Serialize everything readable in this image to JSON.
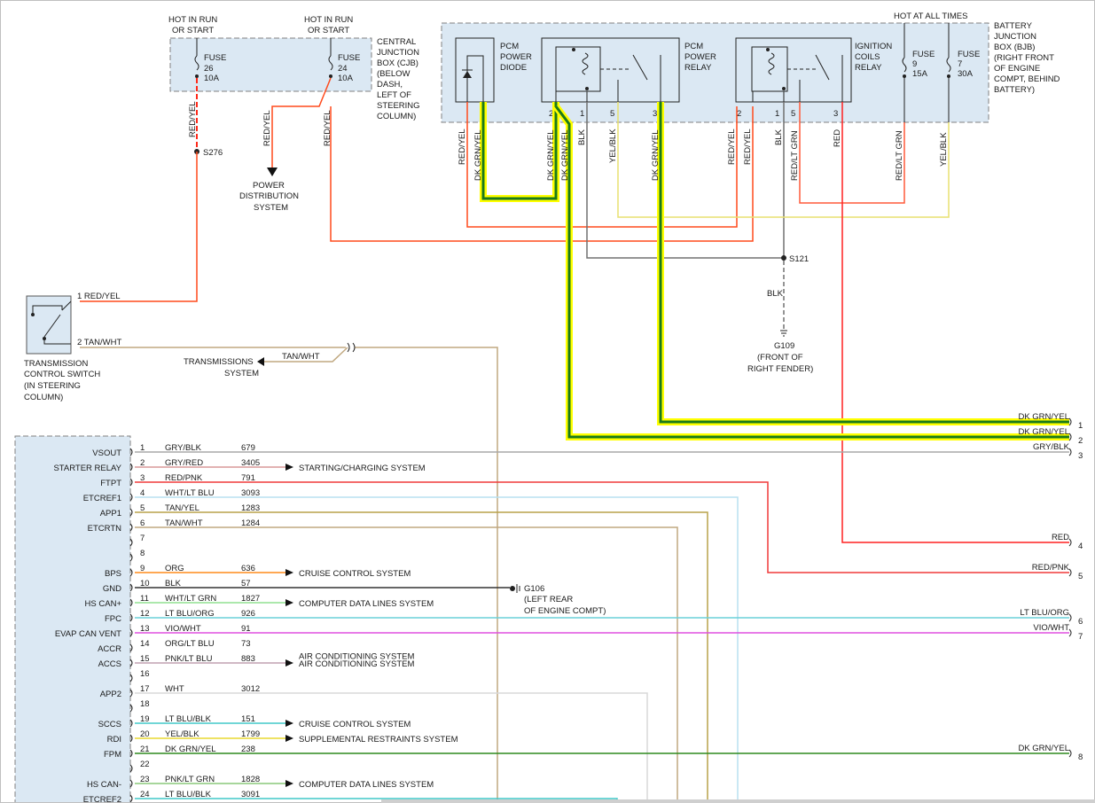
{
  "colors": {
    "red_yel": "#ff4a1c",
    "red": "#ff2020",
    "red_pnk": "#f03a3a",
    "blk": "#707070",
    "gry_blk": "#a8a8a8",
    "gry_red": "#d89898",
    "tan": "#c0a880",
    "tan_wht": "#c8b898",
    "tan_yel": "#b8a24a",
    "wht_ltblu": "#b8e0f0",
    "org": "#ff8c1a",
    "wht_ltgrn": "#90e090",
    "ltblu_org": "#6ad0d8",
    "vio_wht": "#e050e0",
    "org_ltblu": "#f09020",
    "pnk_ltblu": "#c0a0b0",
    "wht": "#d8d8d8",
    "ltblu_blk": "#40c8c8",
    "yel_blk": "#e8d830",
    "dkgrn_yel": "#2e8a1e",
    "dkgrn_yel_hilite_outer": "#ffff00",
    "dkgrn_yel_hilite_inner": "#1a7a1a",
    "pnk_ltgrn": "#8ac87a",
    "yel_blk_wire": "#e8e070",
    "red_ltgrn": "#ff5a3a",
    "junction_fill": "#dbe8f3",
    "junction_border": "#808080"
  },
  "top_left": {
    "hot1": [
      "HOT IN RUN",
      "OR START"
    ],
    "hot2": [
      "HOT IN RUN",
      "OR START"
    ],
    "fuse26": [
      "FUSE",
      "26",
      "10A"
    ],
    "fuse24": [
      "FUSE",
      "24",
      "10A"
    ],
    "cjb_label": [
      "CENTRAL",
      "JUNCTION",
      "BOX (CJB)",
      "(BELOW",
      "DASH,",
      "LEFT OF",
      "STEERING",
      "COLUMN)"
    ],
    "wire_red_yel_1": "RED/YEL",
    "wire_red_yel_2": "RED/YEL",
    "wire_red_yel_3": "RED/YEL",
    "s276": "S276",
    "power_dist": [
      "POWER",
      "DISTRIBUTION",
      "SYSTEM"
    ]
  },
  "bjb": {
    "hot_at_all_times": "HOT AT ALL TIMES",
    "pcm_diode": [
      "PCM",
      "POWER",
      "DIODE"
    ],
    "pcm_relay": [
      "PCM",
      "POWER",
      "RELAY"
    ],
    "ign_relay": [
      "IGNITION",
      "COILS",
      "RELAY"
    ],
    "fuse9": [
      "FUSE",
      "9",
      "15A"
    ],
    "fuse7": [
      "FUSE",
      "7",
      "30A"
    ],
    "label": [
      "BATTERY",
      "JUNCTION",
      "BOX (BJB)",
      "(RIGHT FRONT",
      "OF ENGINE",
      "COMPT, BEHIND",
      "BATTERY)"
    ],
    "pins_pcm_relay": [
      "2",
      "1",
      "5",
      "3"
    ],
    "pins_ign_relay": [
      "2",
      "1",
      "5",
      "3"
    ],
    "wires": [
      "RED/YEL",
      "DK GRN/YEL",
      "DK GRN/YEL",
      "DK GRN/YEL",
      "BLK",
      "YEL/BLK",
      "DK GRN/YEL",
      "RED/YEL",
      "RED/YEL",
      "BLK",
      "RED/LT GRN",
      "RED",
      "RED/LT GRN",
      "YEL/BLK"
    ]
  },
  "ground": {
    "s121": "S121",
    "blk": "BLK",
    "g109": [
      "G109",
      "(FRONT OF",
      "RIGHT FENDER)"
    ],
    "g106": [
      "G106",
      "(LEFT REAR",
      "OF ENGINE COMPT)"
    ]
  },
  "tcs": {
    "label": [
      "TRANSMISSION",
      "CONTROL SWITCH",
      "(IN STEERING",
      "COLUMN)"
    ],
    "pin1": "1  RED/YEL",
    "pin2": "2  TAN/WHT",
    "trans_sys": [
      "TRANSMISSIONS",
      "SYSTEM"
    ],
    "tan_wht": "TAN/WHT"
  },
  "pcm_pins": [
    {
      "name": "VSOUT",
      "pin": "1",
      "color": "GRY/BLK",
      "circuit": "679"
    },
    {
      "name": "STARTER RELAY",
      "pin": "2",
      "color": "GRY/RED",
      "circuit": "3405",
      "dest": "STARTING/CHARGING SYSTEM"
    },
    {
      "name": "FTPT",
      "pin": "3",
      "color": "RED/PNK",
      "circuit": "791"
    },
    {
      "name": "ETCREF1",
      "pin": "4",
      "color": "WHT/LT BLU",
      "circuit": "3093"
    },
    {
      "name": "APP1",
      "pin": "5",
      "color": "TAN/YEL",
      "circuit": "1283"
    },
    {
      "name": "ETCRTN",
      "pin": "6",
      "color": "TAN/WHT",
      "circuit": "1284"
    },
    {
      "name": "",
      "pin": "7",
      "color": "",
      "circuit": ""
    },
    {
      "name": "",
      "pin": "8",
      "color": "",
      "circuit": ""
    },
    {
      "name": "BPS",
      "pin": "9",
      "color": "ORG",
      "circuit": "636",
      "dest": "CRUISE CONTROL SYSTEM"
    },
    {
      "name": "GND",
      "pin": "10",
      "color": "BLK",
      "circuit": "57"
    },
    {
      "name": "HS CAN+",
      "pin": "11",
      "color": "WHT/LT GRN",
      "circuit": "1827",
      "dest": "COMPUTER DATA LINES SYSTEM"
    },
    {
      "name": "FPC",
      "pin": "12",
      "color": "LT BLU/ORG",
      "circuit": "926"
    },
    {
      "name": "EVAP CAN VENT",
      "pin": "13",
      "color": "VIO/WHT",
      "circuit": "91"
    },
    {
      "name": "ACCR",
      "pin": "14",
      "color": "ORG/LT BLU",
      "circuit": "73"
    },
    {
      "name": "ACCS",
      "pin": "15",
      "color": "PNK/LT BLU",
      "circuit": "883",
      "dest": "AIR CONDITIONING SYSTEM"
    },
    {
      "name": "",
      "pin": "16",
      "color": "",
      "circuit": ""
    },
    {
      "name": "APP2",
      "pin": "17",
      "color": "WHT",
      "circuit": "3012"
    },
    {
      "name": "",
      "pin": "18",
      "color": "",
      "circuit": ""
    },
    {
      "name": "SCCS",
      "pin": "19",
      "color": "LT BLU/BLK",
      "circuit": "151",
      "dest": "CRUISE CONTROL SYSTEM"
    },
    {
      "name": "RDI",
      "pin": "20",
      "color": "YEL/BLK",
      "circuit": "1799",
      "dest": "SUPPLEMENTAL RESTRAINTS SYSTEM"
    },
    {
      "name": "FPM",
      "pin": "21",
      "color": "DK GRN/YEL",
      "circuit": "238"
    },
    {
      "name": "",
      "pin": "22",
      "color": "",
      "circuit": ""
    },
    {
      "name": "HS CAN-",
      "pin": "23",
      "color": "PNK/LT GRN",
      "circuit": "1828",
      "dest": "COMPUTER DATA LINES SYSTEM"
    },
    {
      "name": "ETCREF2",
      "pin": "24",
      "color": "LT BLU/BLK",
      "circuit": "3091"
    }
  ],
  "right_connector": [
    {
      "label": "DK GRN/YEL",
      "num": "1"
    },
    {
      "label": "DK GRN/YEL",
      "num": "2"
    },
    {
      "label": "GRY/BLK",
      "num": "3"
    },
    {
      "label": "RED",
      "num": "4"
    },
    {
      "label": "RED/PNK",
      "num": "5"
    },
    {
      "label": "LT BLU/ORG",
      "num": "6"
    },
    {
      "label": "VIO/WHT",
      "num": "7"
    },
    {
      "label": "DK GRN/YEL",
      "num": "8"
    }
  ]
}
